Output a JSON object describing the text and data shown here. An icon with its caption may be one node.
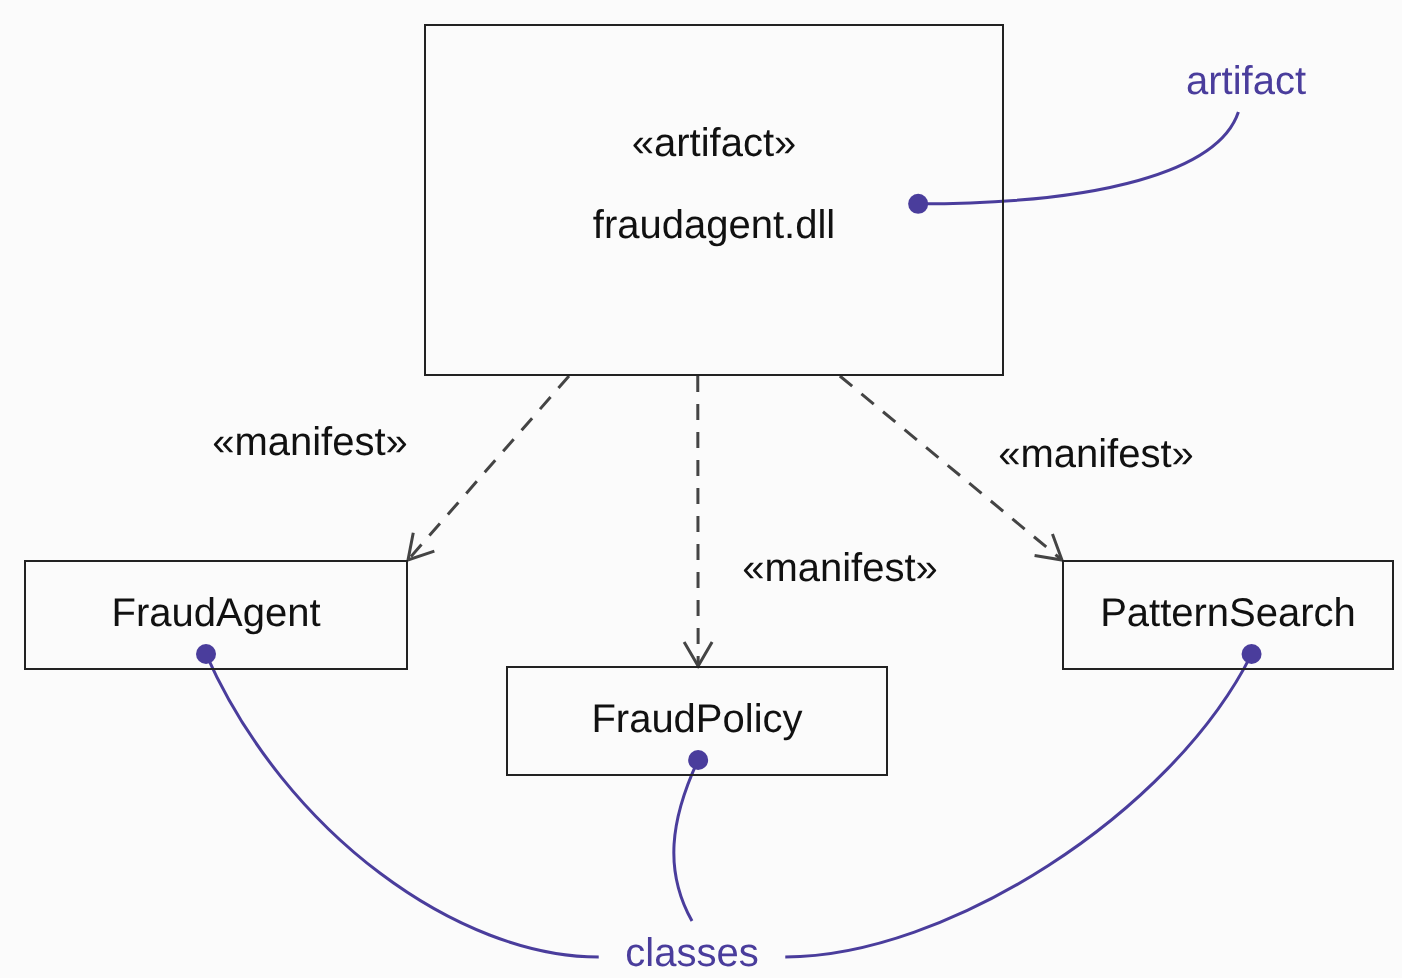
{
  "diagram": {
    "nodes": [
      {
        "text": [
          "«artifact»",
          "fraudagent.dll"
        ]
      },
      {
        "text": [
          "FraudAgent"
        ]
      },
      {
        "text": [
          "FraudPolicy"
        ]
      },
      {
        "text": [
          "PatternSearch"
        ]
      },
      {
        "text": [
          "artifact"
        ]
      },
      {
        "text": [
          "classes"
        ]
      }
    ],
    "edges": [
      {
        "from": 0,
        "to": 1,
        "arrow": "to",
        "style": "dashed",
        "label": "«manifest»",
        "color": "#444444"
      },
      {
        "from": 0,
        "to": 2,
        "arrow": "to",
        "style": "dashed",
        "label": "«manifest»",
        "color": "#444444"
      },
      {
        "from": 0,
        "to": 3,
        "arrow": "to",
        "style": "dashed",
        "label": "«manifest»",
        "color": "#444444"
      },
      {
        "from": 4,
        "to": 0,
        "arrow": "other",
        "color": "#4a3d9c"
      },
      {
        "from": 5,
        "to": 1,
        "arrow": "other",
        "color": "#4a3d9c"
      },
      {
        "from": 5,
        "to": 2,
        "arrow": "other",
        "color": "#4a3d9c"
      },
      {
        "from": 5,
        "to": 3,
        "arrow": "other",
        "color": "#4a3d9c"
      }
    ]
  }
}
